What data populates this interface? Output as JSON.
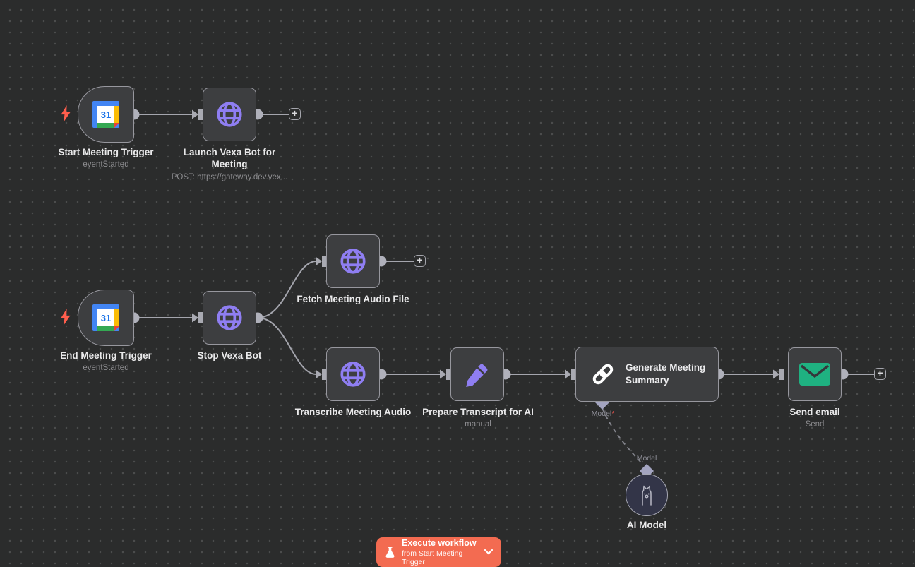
{
  "ui": {
    "plus": "+",
    "background_color": "#2b2c2c",
    "accent_orange": "#f36b51",
    "node_purple": "#8f7ef2",
    "email_green": "#1fb181",
    "bolt_red": "#ff5e4d",
    "calendar_day": "31"
  },
  "nodes": [
    {
      "name": "Start Meeting Trigger",
      "subtitle": "eventStarted",
      "icon": "google-calendar-icon",
      "type": "trigger"
    },
    {
      "name": "Launch Vexa Bot for Meeting",
      "subtitle": "POST: https://gateway.dev.vex...",
      "icon": "globe-icon"
    },
    {
      "name": "End Meeting Trigger",
      "subtitle": "eventStarted",
      "icon": "google-calendar-icon",
      "type": "trigger"
    },
    {
      "name": "Stop Vexa Bot",
      "icon": "globe-icon"
    },
    {
      "name": "Fetch Meeting Audio File",
      "icon": "globe-icon"
    },
    {
      "name": "Transcribe Meeting Audio",
      "icon": "globe-icon"
    },
    {
      "name": "Prepare Transcript for AI",
      "subtitle": "manual",
      "icon": "pencil-icon"
    },
    {
      "name": "Generate Meeting Summary",
      "icon": "chain-icon"
    },
    {
      "name": "Send email",
      "subtitle": "Send",
      "icon": "envelope-icon"
    },
    {
      "name": "AI Model",
      "icon": "llama-icon"
    }
  ],
  "connection_labels": {
    "model_input": "Model",
    "model_required": "*",
    "model_output": "Model"
  },
  "execute_button": {
    "label": "Execute workflow",
    "sublabel": "from Start Meeting Trigger"
  }
}
